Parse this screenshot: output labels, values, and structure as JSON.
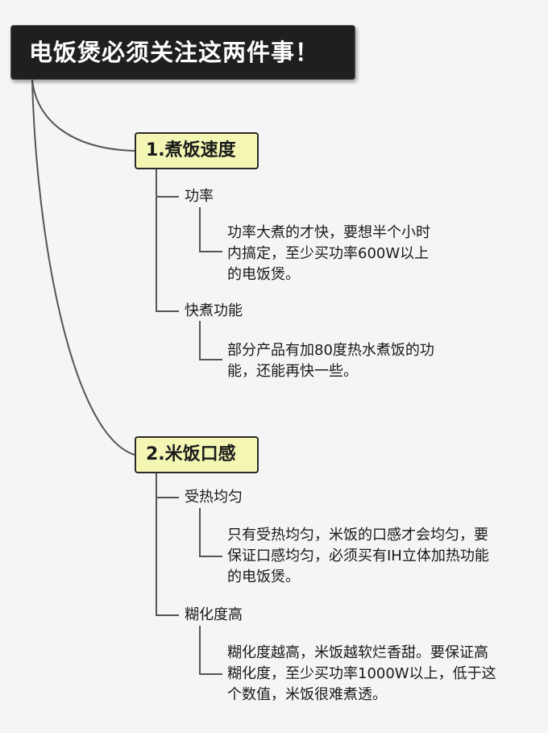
{
  "title": "电饭煲必须关注这两件事！",
  "sections": [
    {
      "label": "1.煮饭速度",
      "items": [
        {
          "label": "功率",
          "detail": [
            "功率大煮的才快，要想半个小时",
            "内搞定，至少买功率600W以上",
            "的电饭煲。"
          ]
        },
        {
          "label": "快煮功能",
          "detail": [
            "部分产品有加80度热水煮饭的功",
            "能，还能再快一些。"
          ]
        }
      ]
    },
    {
      "label": "2.米饭口感",
      "items": [
        {
          "label": "受热均匀",
          "detail": [
            "只有受热均匀，米饭的口感才会均匀，要",
            "保证口感均匀，必须买有IH立体加热功能",
            "的电饭煲。"
          ]
        },
        {
          "label": "糊化度高",
          "detail": [
            "糊化度越高，米饭越软烂香甜。要保证高",
            "糊化度，至少买功率1000W以上，低于这",
            "个数值，米饭很难煮透。"
          ]
        }
      ]
    }
  ],
  "colors": {
    "title_bg": "#1f1f1f",
    "section_bg": "#f4f7b4",
    "line": "#555555"
  }
}
